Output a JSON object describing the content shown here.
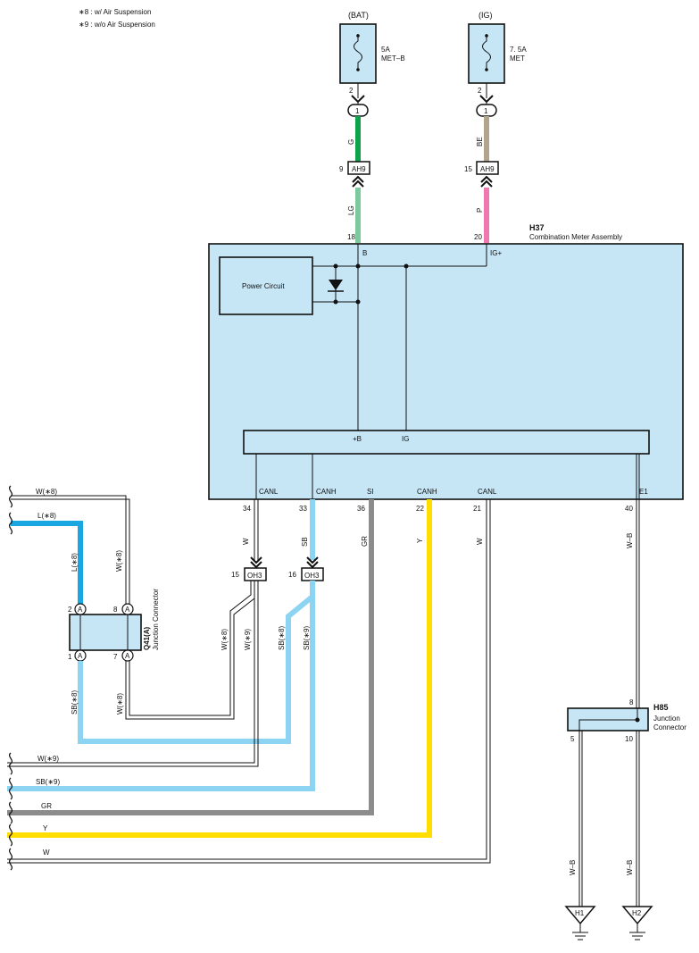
{
  "notes": [
    "∗8 : w/ Air Suspension",
    "∗9 : w/o Air Suspension"
  ],
  "fuses": [
    {
      "source": "(BAT)",
      "rating": "5A",
      "name": "MET–B",
      "pin": "2",
      "splice": "1",
      "wire_top": "G",
      "conn_pin": "9",
      "conn": "AH9",
      "wire_bottom": "LG",
      "meter_pin": "18"
    },
    {
      "source": "(IG)",
      "rating": "7. 5A",
      "name": "MET",
      "pin": "2",
      "splice": "1",
      "wire_top": "BE",
      "conn_pin": "15",
      "conn": "AH9",
      "wire_bottom": "P",
      "meter_pin": "20"
    }
  ],
  "meter": {
    "code": "H37",
    "name": "Combination Meter Assembly",
    "power_circuit": "Power Circuit",
    "top_pins": [
      "B",
      "IG+"
    ],
    "inner_pins": [
      "+B",
      "IG"
    ],
    "bottom_pins": [
      "CANL",
      "CANH",
      "SI",
      "CANH",
      "CANL",
      "E1"
    ],
    "bottom_pin_numbers": [
      "34",
      "33",
      "36",
      "22",
      "21",
      "40"
    ],
    "bottom_wires": [
      "W",
      "SB",
      "GR",
      "Y",
      "W",
      "W–B"
    ]
  },
  "oh3": [
    {
      "pin": "15",
      "name": "OH3",
      "wire_a": "W(∗8)",
      "wire_b": "W(∗9)"
    },
    {
      "pin": "16",
      "name": "OH3",
      "wire_a": "SB(∗8)",
      "wire_b": "SB(∗9)"
    }
  ],
  "jc": {
    "code": "Q41(A)",
    "name": "Junction Connector",
    "pins": [
      "2",
      "8",
      "1",
      "7"
    ],
    "pin_label": "A",
    "wires": [
      "L(∗8)",
      "W(∗8)",
      "SB(∗8)",
      "W(∗8)"
    ]
  },
  "left_wires": [
    "W(∗8)",
    "L(∗8)",
    "W(∗9)",
    "SB(∗9)",
    "GR",
    "Y",
    "W"
  ],
  "h85": {
    "code": "H85",
    "name_line1": "Junction",
    "name_line2": "Connector",
    "pins": [
      "8",
      "5",
      "10"
    ]
  },
  "grounds": [
    {
      "name": "H1",
      "wire": "W–B"
    },
    {
      "name": "H2",
      "wire": "W–B"
    }
  ],
  "colors": {
    "green": "#0ea24b",
    "tan": "#b3a48e",
    "light_green": "#7cc99d",
    "pink": "#f078b0",
    "blue": "#1aa7e1",
    "sky": "#8dd4f2",
    "gray": "#8c8c8c",
    "yellow": "#ffdd00",
    "panel": "#c6e6f6"
  }
}
